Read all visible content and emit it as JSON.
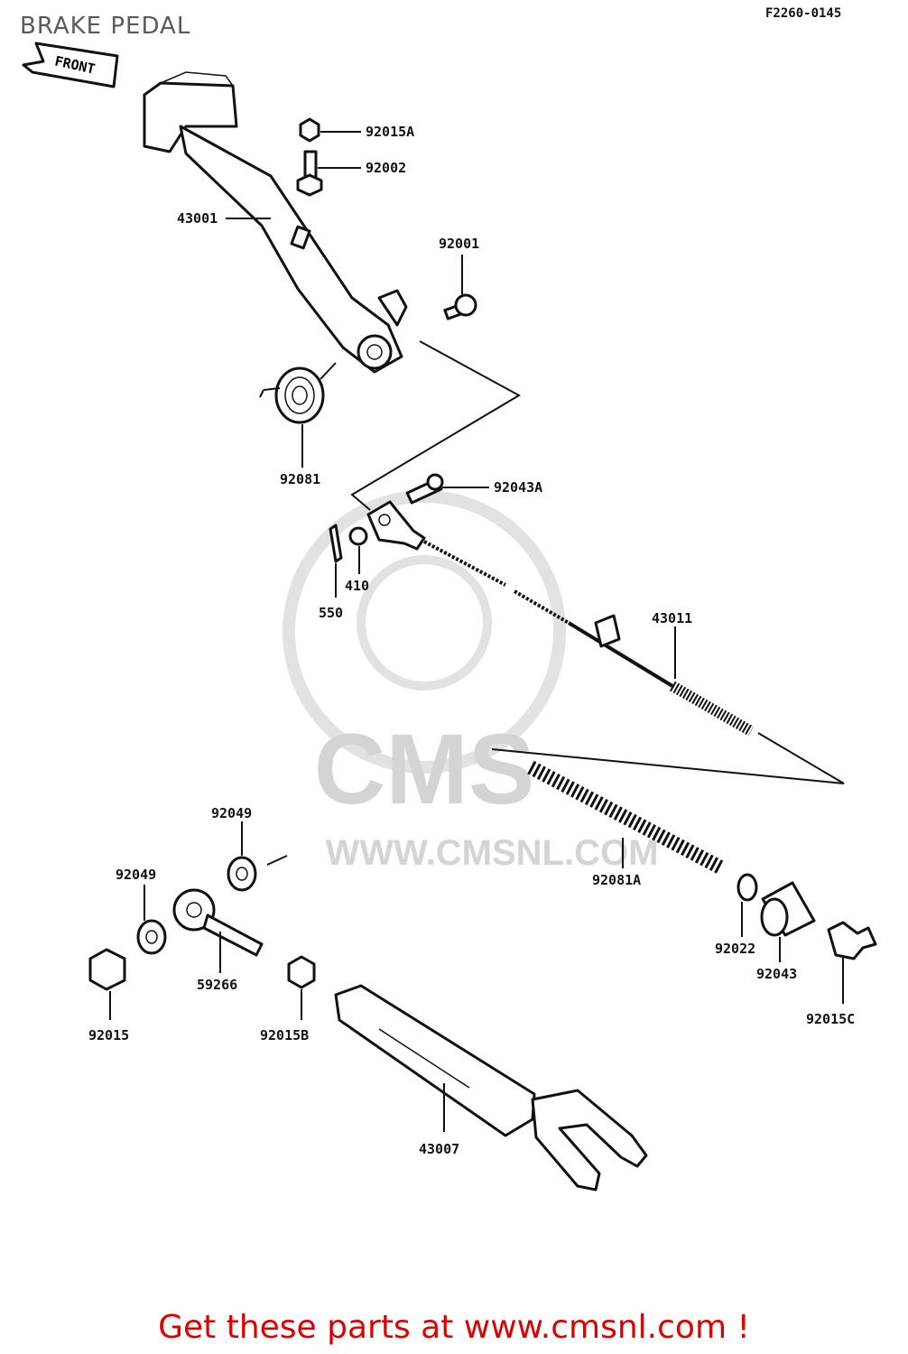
{
  "page": {
    "title": "BRAKE PEDAL",
    "diagram_code": "F2260-0145",
    "front_marker": "FRONT",
    "footer_link": "Get these parts at www.cmsnl.com !"
  },
  "watermark": {
    "brand": "CMS",
    "url": "WWW.CMSNL.COM"
  },
  "parts": [
    "92015A",
    "92002",
    "43001",
    "92001",
    "92081",
    "92043A",
    "410",
    "550",
    "43011",
    "92049",
    "92049",
    "92081A",
    "59266",
    "92022",
    "92043",
    "92015",
    "92015B",
    "92015C",
    "43007"
  ],
  "colors": {
    "footer": "#dd0000",
    "line_art": "#111111",
    "watermark": "#d4d4d4"
  }
}
